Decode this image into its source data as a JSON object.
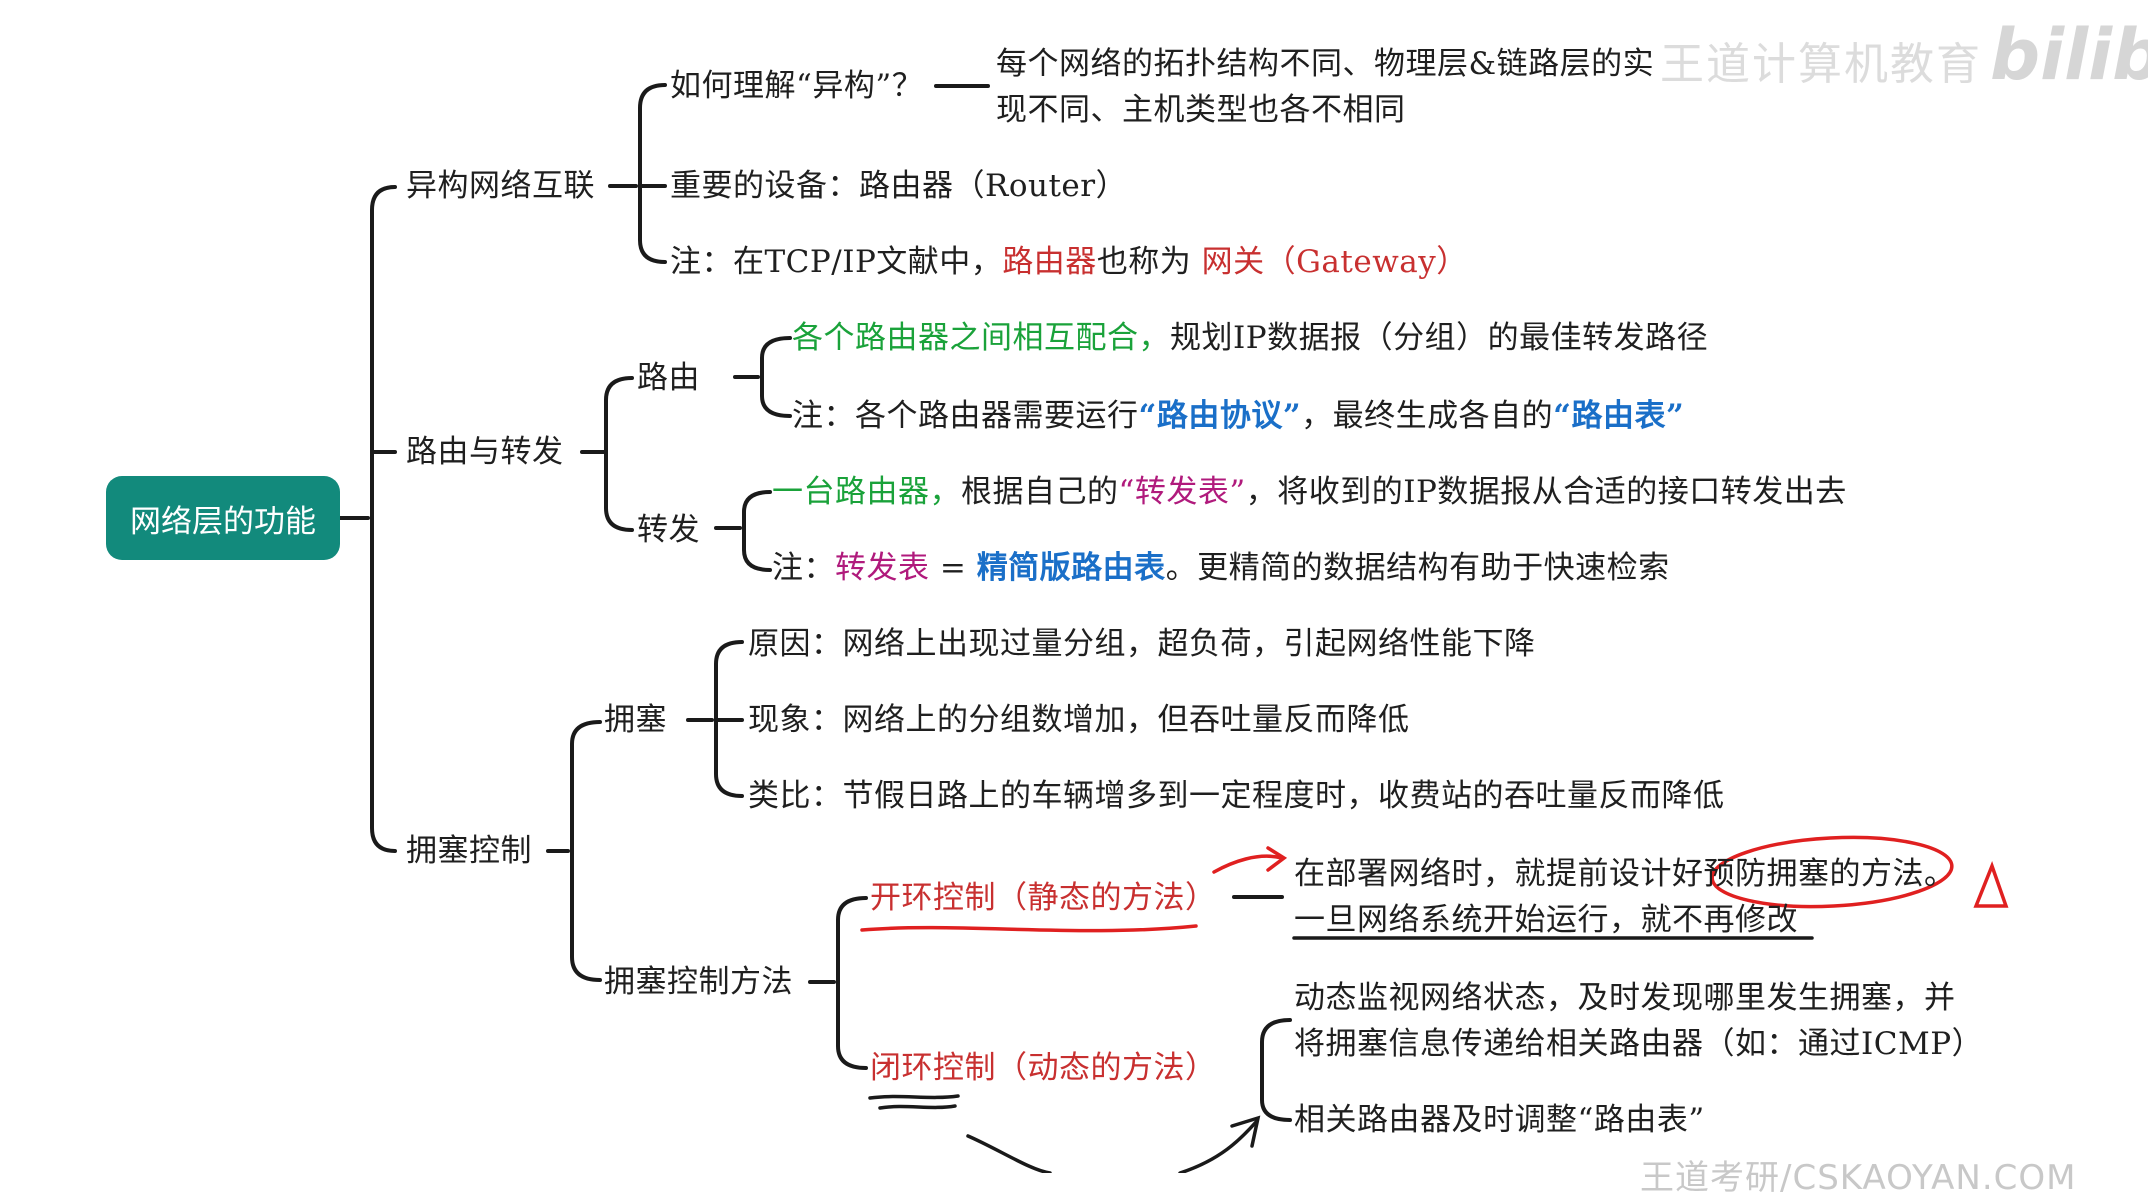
{
  "watermark": {
    "author": "王道计算机教育",
    "site": "bilibili",
    "footer": "王道考研/CSKAOYAN.COM"
  },
  "root": {
    "label": "网络层的功能"
  },
  "branch1": {
    "label": "异构网络互联",
    "q": "如何理解“异构”？",
    "ans1": "每个网络的拓扑结构不同、物理层&链路层的实",
    "ans2": "现不同、主机类型也各不相同",
    "device": "重要的设备：路由器（Router）",
    "note_a": "注：在TCP/IP文献中，",
    "note_router": "路由器",
    "note_b": "也称为",
    "note_gateway": "网关（Gateway）"
  },
  "branch2": {
    "label": "路由与转发",
    "routing": {
      "label": "路由",
      "item1_green": "各个路由器之间相互配合，",
      "item1_rest": "规划IP数据报（分组）的最佳转发路径",
      "note_a": "注：各个路由器需要运行",
      "note_protocol": "“路由协议”",
      "note_b": "，最终生成各自的",
      "note_table": "“路由表”"
    },
    "forwarding": {
      "label": "转发",
      "item1_green": "一台路由器，",
      "item1_a": "根据自己的",
      "item1_table": "“转发表”",
      "item1_b": "，将收到的IP数据报从合适的接口转发出去",
      "note_a": "注：",
      "note_ft": "转发表",
      "note_eq": " = ",
      "note_rt": "精简版路由表",
      "note_b": "。更精简的数据结构有助于快速检索"
    }
  },
  "branch3": {
    "label": "拥塞控制",
    "congestion": {
      "label": "拥塞",
      "cause": "原因：网络上出现过量分组，超负荷，引起网络性能下降",
      "phenomenon": "现象：网络上的分组数增加，但吞吐量反而降低",
      "analogy": "类比：节假日路上的车辆增多到一定程度时，收费站的吞吐量反而降低"
    },
    "methods": {
      "label": "拥塞控制方法",
      "open": "开环控制（静态的方法）",
      "open_desc1": "在部署网络时，就提前设计好预防拥塞的方法。",
      "open_desc2": "一旦网络系统开始运行，就不再修改",
      "closed": "闭环控制（动态的方法）",
      "closed_desc1": "动态监视网络状态，及时发现哪里发生拥塞，并",
      "closed_desc2": "将拥塞信息传递给相关路由器（如：通过ICMP）",
      "closed_desc3": "相关路由器及时调整“路由表”"
    }
  },
  "colors": {
    "root_bg": "#128a7c",
    "green": "#1aa23a",
    "red": "#c83030",
    "blue": "#1a6fc8",
    "magenta": "#b01a7c",
    "annotation_red": "#e02020"
  }
}
